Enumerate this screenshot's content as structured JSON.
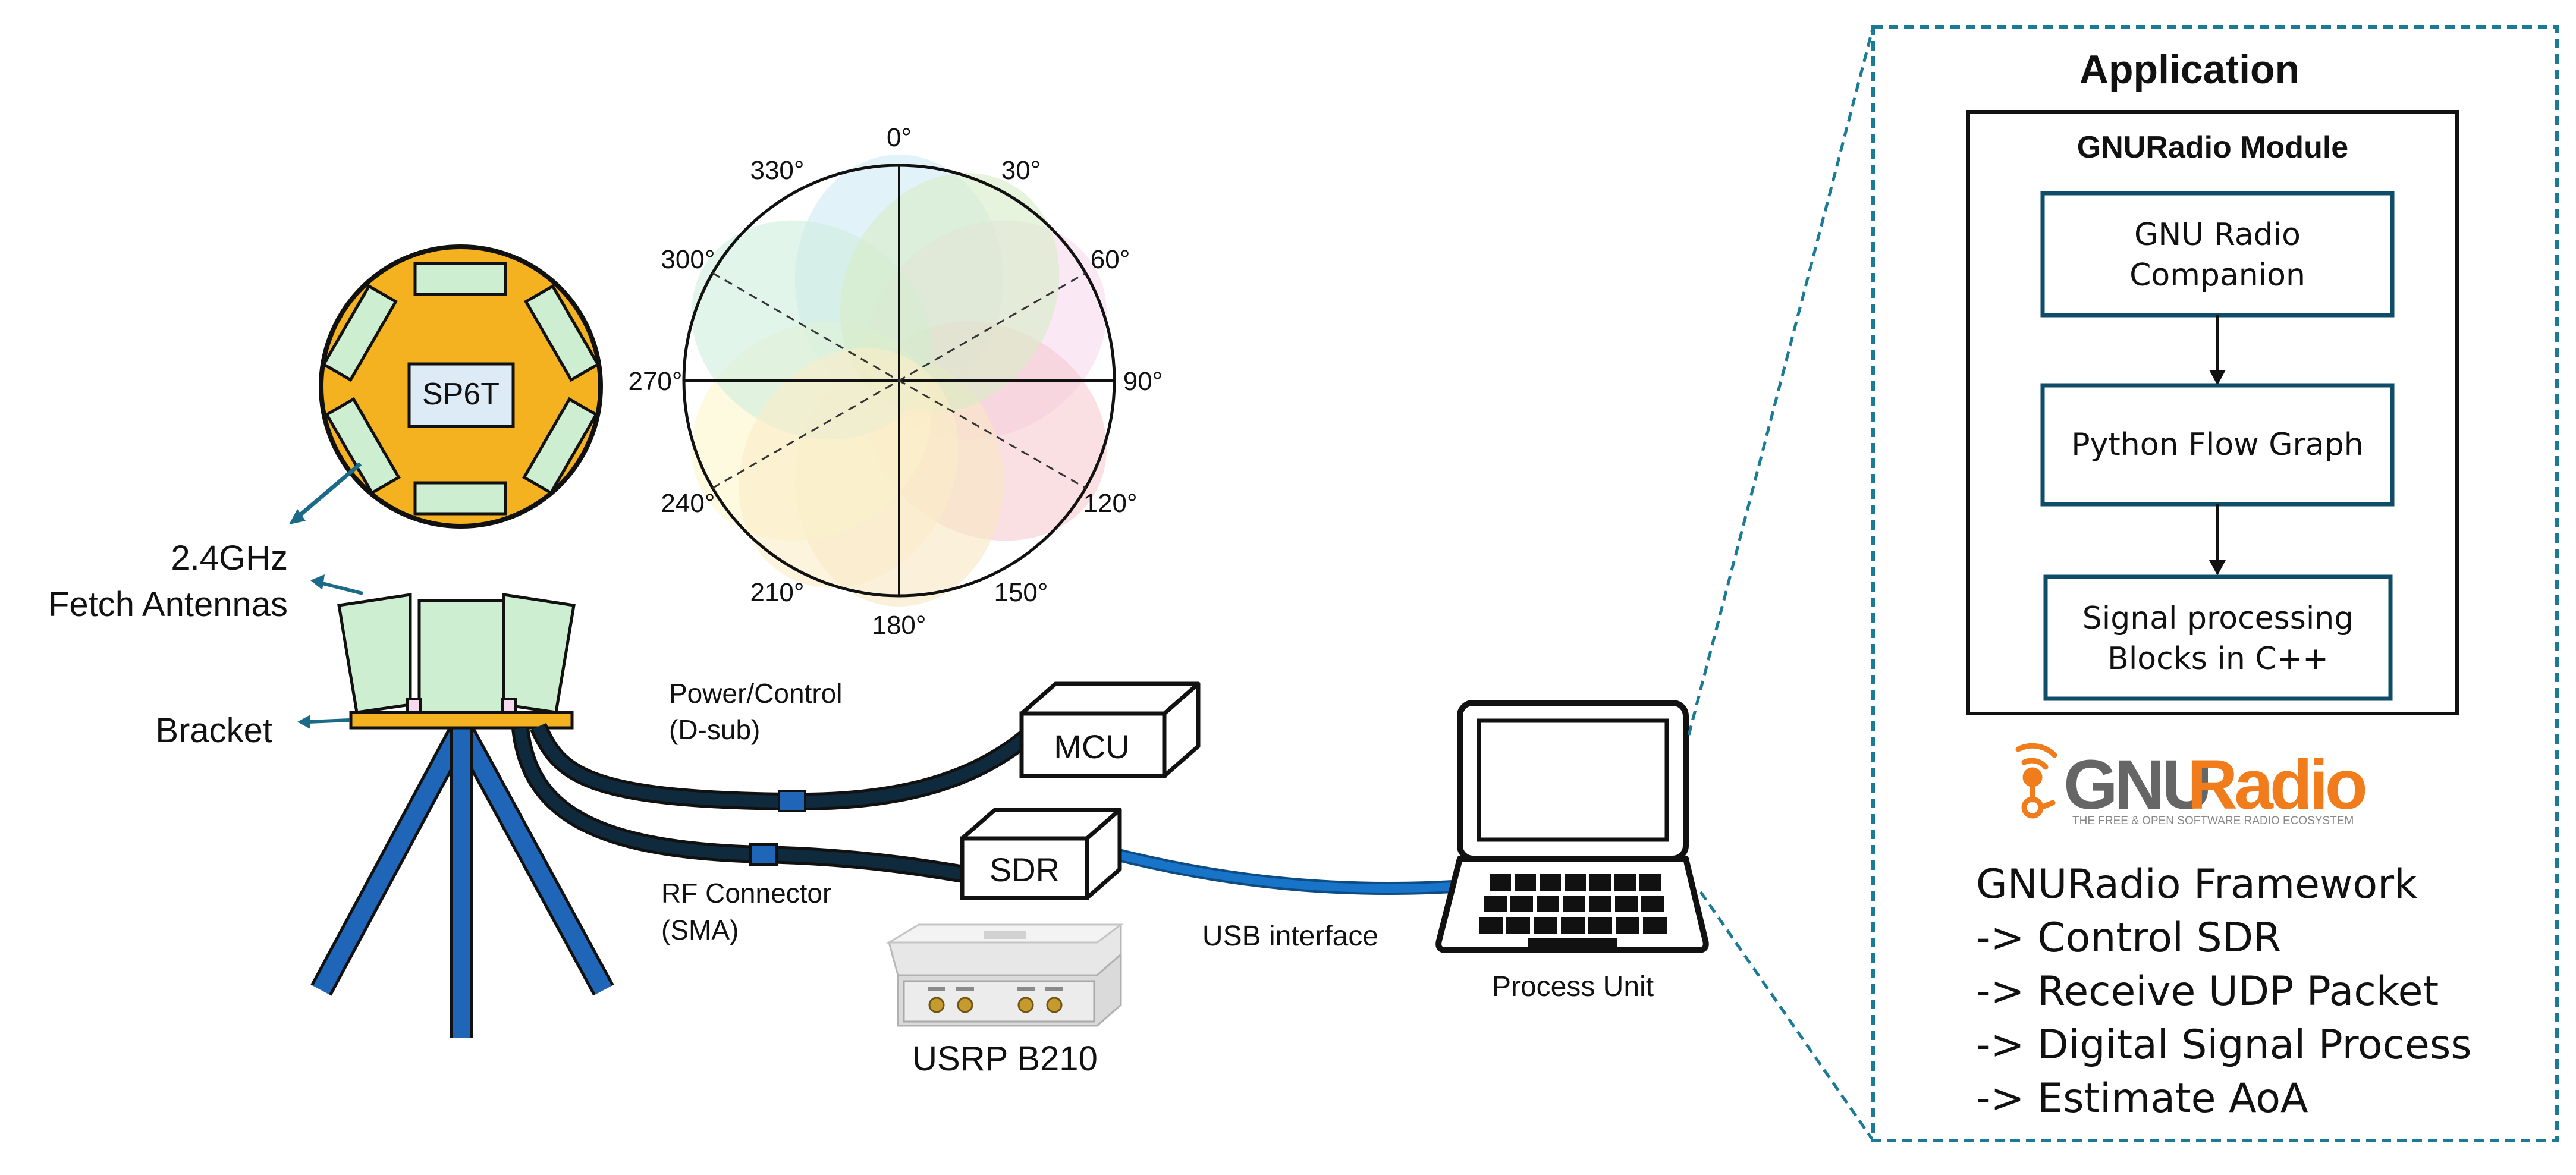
{
  "antenna_array": {
    "switch_label": "SP6T",
    "antennas_label_line1": "2.4GHz",
    "antennas_label_line2": "Fetch  Antennas",
    "bracket_label": "Bracket"
  },
  "radiation_pattern": {
    "angle_labels": [
      "0°",
      "30°",
      "60°",
      "90°",
      "120°",
      "150°",
      "180°",
      "210°",
      "240°",
      "270°",
      "300°",
      "330°"
    ],
    "lobe_colors": [
      "#cde9f5",
      "#f6d9ef",
      "#f7c9d0",
      "#f9e7c3",
      "#fbf6cc",
      "#cfeede",
      "#d7edc7",
      "#fbecc8"
    ]
  },
  "hardware": {
    "power_label_line1": "Power/Control",
    "power_label_line2": "(D-sub)",
    "rf_label_line1": "RF Connector",
    "rf_label_line2": "(SMA)",
    "mcu_label": "MCU",
    "sdr_label": "SDR",
    "usrp_label": "USRP B210",
    "usb_label": "USB interface",
    "process_unit_label": "Process Unit"
  },
  "application": {
    "title": "Application",
    "module_title": "GNURadio Module",
    "block1_line1": "GNU Radio",
    "block1_line2": "Companion",
    "block2": "Python Flow Graph",
    "block3_line1": "Signal processing",
    "block3_line2": "Blocks in C++",
    "logo_text_gnu": "GNU",
    "logo_text_radio": "Radio",
    "logo_tagline": "THE FREE & OPEN SOFTWARE RADIO ECOSYSTEM",
    "framework_lines": [
      "GNURadio Framework",
      "-> Control SDR",
      "-> Receive UDP Packet",
      "-> Digital Signal Process",
      "-> Estimate AoA"
    ]
  },
  "colors": {
    "antenna_fill": "#cdeed1",
    "disk_fill": "#f5b220",
    "tripod_blue": "#1f66b8",
    "cable_dark": "#0f2a3d",
    "usb_blue": "#1874c8",
    "box_border": "#0f4c6a",
    "dashed_teal": "#1b7a95",
    "logo_orange": "#f07c1b",
    "logo_gray": "#666666"
  }
}
